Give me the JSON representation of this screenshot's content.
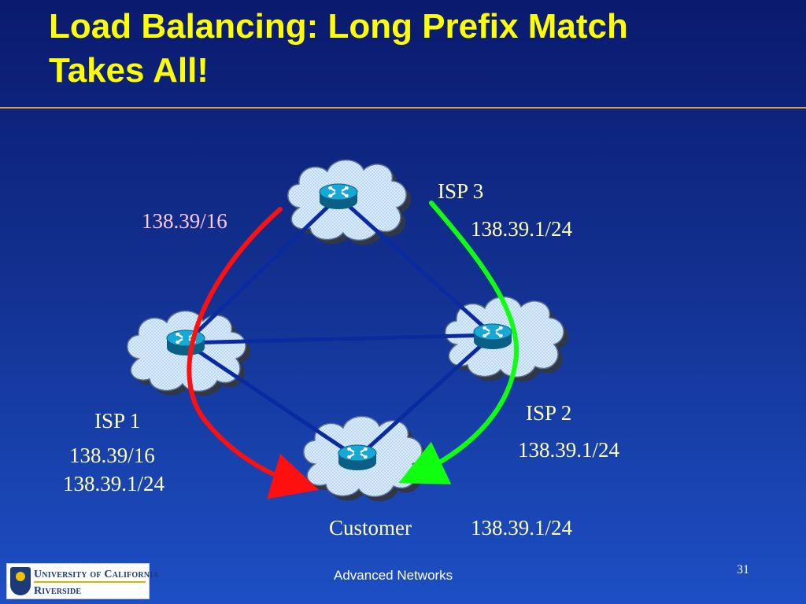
{
  "slide": {
    "title_line1": "Load Balancing: Long Prefix Match",
    "title_line2": "Takes All!"
  },
  "diagram": {
    "isp3": {
      "name": "ISP 3",
      "prefix": "138.39.1/24"
    },
    "isp1": {
      "name": "ISP 1",
      "prefix_a": "138.39/16",
      "prefix_b": "138.39.1/24"
    },
    "isp2": {
      "name": "ISP 2",
      "prefix": "138.39.1/24"
    },
    "customer": {
      "name": "Customer",
      "prefix": "138.39.1/24"
    },
    "red_path_label": "138.39/16",
    "colors": {
      "link": "#0a2aa0",
      "cloud": "#d6ecff",
      "router": "#0f8fb8",
      "red_path": "#ff1010",
      "green_path": "#10ff10"
    },
    "icons": [
      "cloud-icon",
      "router-icon"
    ]
  },
  "footer": {
    "course": "Advanced Networks",
    "page": "31",
    "logo_line1": "University of California",
    "logo_line2": "Riverside"
  }
}
